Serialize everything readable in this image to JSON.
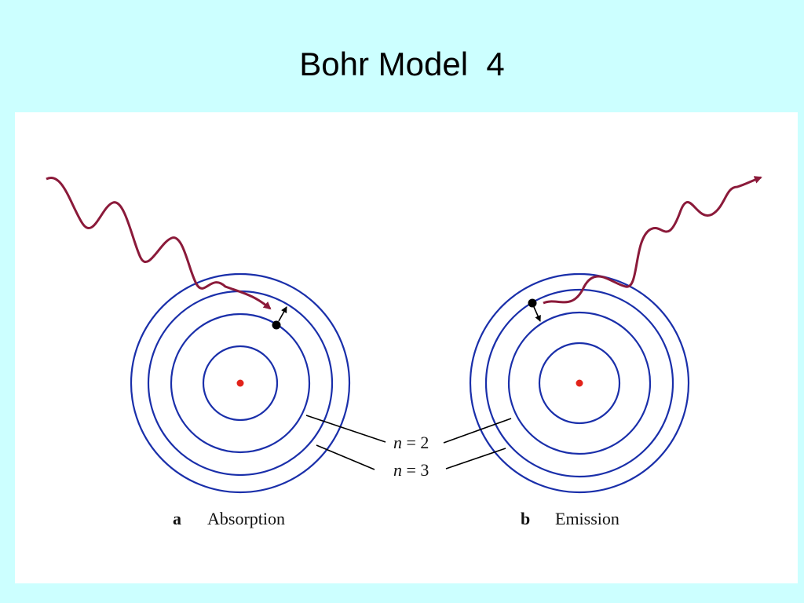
{
  "slide": {
    "title": "Bohr Model  4"
  },
  "figure": {
    "panel_a": {
      "letter": "a",
      "caption": "Absorption"
    },
    "panel_b": {
      "letter": "b",
      "caption": "Emission"
    },
    "labels": {
      "n2": {
        "variable": "n",
        "rest": " = 2"
      },
      "n3": {
        "variable": "n",
        "rest": " = 3"
      }
    },
    "colors": {
      "background": "#ccffff",
      "panel": "#ffffff",
      "orbit": "#1a2faa",
      "nucleus": "#e2231a",
      "photon": "#8b1a3a",
      "electron": "#000000"
    }
  }
}
